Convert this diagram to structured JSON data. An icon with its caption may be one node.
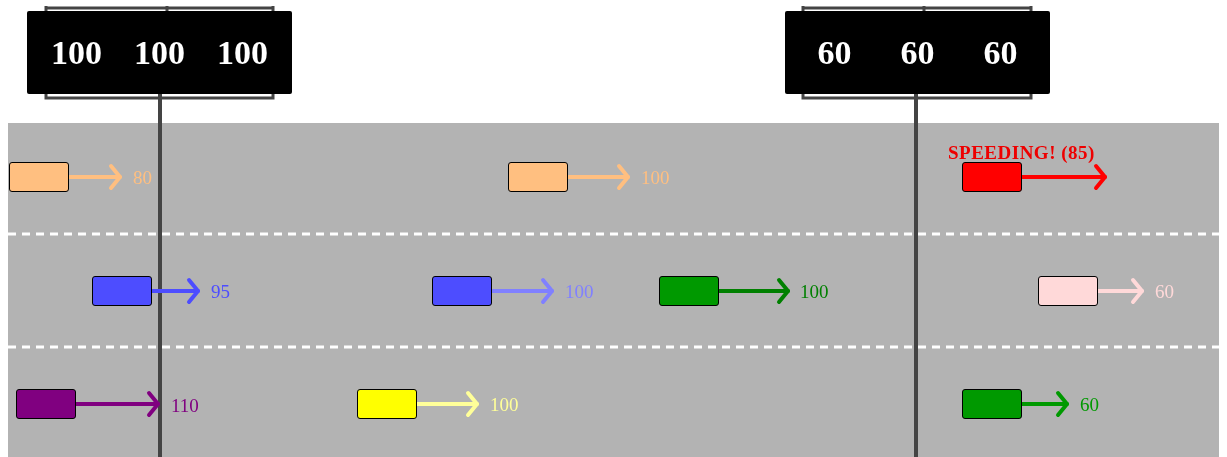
{
  "diagram": {
    "nodes": [
      {
        "text": [
          "100",
          "100",
          "100"
        ]
      },
      {
        "text": [
          "60",
          "60",
          "60"
        ]
      },
      {
        "text": [],
        "shape": "band"
      },
      {
        "text": [],
        "shape": "box",
        "in": 2,
        "beside": [
          "80"
        ]
      },
      {
        "text": [],
        "shape": "box",
        "in": 2,
        "beside": [
          "100"
        ]
      },
      {
        "text": [],
        "shape": "box",
        "in": 2,
        "beside": [
          "SPEEDING! (85)"
        ]
      },
      {
        "text": [],
        "shape": "box",
        "in": 2,
        "beside": [
          "95"
        ]
      },
      {
        "text": [],
        "shape": "box",
        "in": 2,
        "beside": [
          "100"
        ]
      },
      {
        "text": [],
        "shape": "box",
        "in": 2
      },
      {
        "text": [],
        "shape": "box",
        "in": 2,
        "beside": [
          "60"
        ]
      },
      {
        "text": [],
        "shape": "box",
        "in": 2
      },
      {
        "text": [],
        "shape": "box",
        "in": 2,
        "beside": [
          "100"
        ]
      },
      {
        "text": [],
        "shape": "box",
        "in": 2,
        "beside": [
          "60"
        ]
      }
    ],
    "labels": [
      "100",
      "110"
    ]
  }
}
